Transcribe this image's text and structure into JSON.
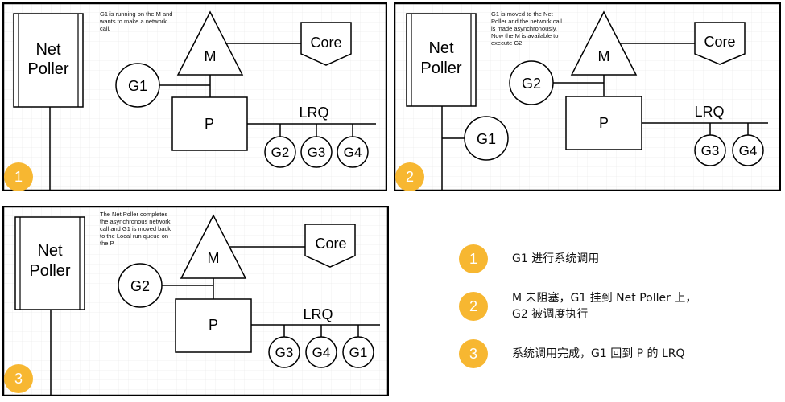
{
  "panels": [
    {
      "badge": "1",
      "note": [
        "G1 is running on the M and",
        "wants to make a network",
        "call."
      ],
      "netpoller": [
        "Net",
        "Poller"
      ],
      "m": "M",
      "core": "Core",
      "p": "P",
      "lrq": "LRQ",
      "running": "G1",
      "queue": [
        "G2",
        "G3",
        "G4"
      ]
    },
    {
      "badge": "2",
      "note": [
        "G1 is moved to the Net",
        "Poller and the network call",
        "is made asynchronously.",
        "Now the M is available to",
        "execute G2."
      ],
      "netpoller": [
        "Net",
        "Poller"
      ],
      "m": "M",
      "core": "Core",
      "p": "P",
      "lrq": "LRQ",
      "running": "G2",
      "poller_g": "G1",
      "queue": [
        "G3",
        "G4"
      ]
    },
    {
      "badge": "3",
      "note": [
        "The Net Poller completes",
        "the asynchronous network",
        "call and G1 is moved back",
        "to the Local run queue on",
        "the P."
      ],
      "netpoller": [
        "Net",
        "Poller"
      ],
      "m": "M",
      "core": "Core",
      "p": "P",
      "lrq": "LRQ",
      "running": "G2",
      "queue": [
        "G3",
        "G4",
        "G1"
      ]
    }
  ],
  "legend": [
    {
      "num": "1",
      "lines": [
        "G1 进行系统调用"
      ]
    },
    {
      "num": "2",
      "lines": [
        "M 未阻塞，G1 挂到 Net Poller 上，",
        "G2 被调度执行"
      ]
    },
    {
      "num": "3",
      "lines": [
        "系统调用完成，G1 回到 P 的 LRQ"
      ]
    }
  ],
  "colors": {
    "badge": "#f7b731",
    "border": "#000000",
    "grid": "#e6e6e6"
  }
}
